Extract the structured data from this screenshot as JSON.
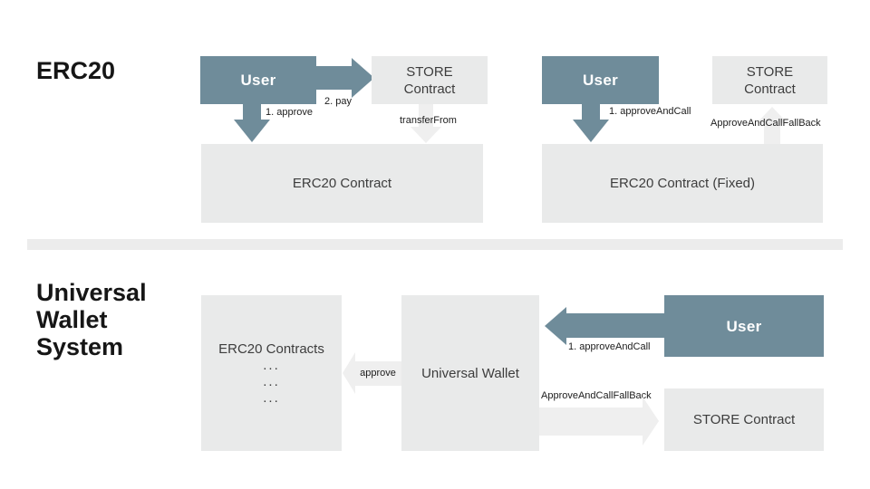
{
  "colors": {
    "accent": "#6F8C9A",
    "box_gray": "#E9EAEA",
    "arrow_gray": "#EFEFEF",
    "divider_gray": "#ECECEC",
    "text_dark": "#3D3D3D",
    "label_black": "#1C1C1C",
    "heading": "#161616"
  },
  "erc20_section": {
    "title": "ERC20",
    "left_diagram": {
      "user_label": "User",
      "store_label": "STORE\nContract",
      "contract_label": "ERC20 Contract",
      "arrow_approve": "1. approve",
      "arrow_pay": "2. pay",
      "arrow_transfer_from": "transferFrom"
    },
    "right_diagram": {
      "user_label": "User",
      "store_label": "STORE\nContract",
      "contract_label": "ERC20 Contract (Fixed)",
      "arrow_approve_and_call": "1. approveAndCall",
      "arrow_fallback": "ApproveAndCallFallBack"
    }
  },
  "universal_section": {
    "title": "Universal\nWallet\nSystem",
    "erc20_contracts_label": "ERC20 Contracts",
    "dots": [
      "...",
      "...",
      "..."
    ],
    "universal_wallet_label": "Universal Wallet",
    "user_label": "User",
    "store_label": "STORE Contract",
    "arrow_approve": "approve",
    "arrow_approve_and_call": "1. approveAndCall",
    "arrow_fallback": "ApproveAndCallFallBack"
  }
}
